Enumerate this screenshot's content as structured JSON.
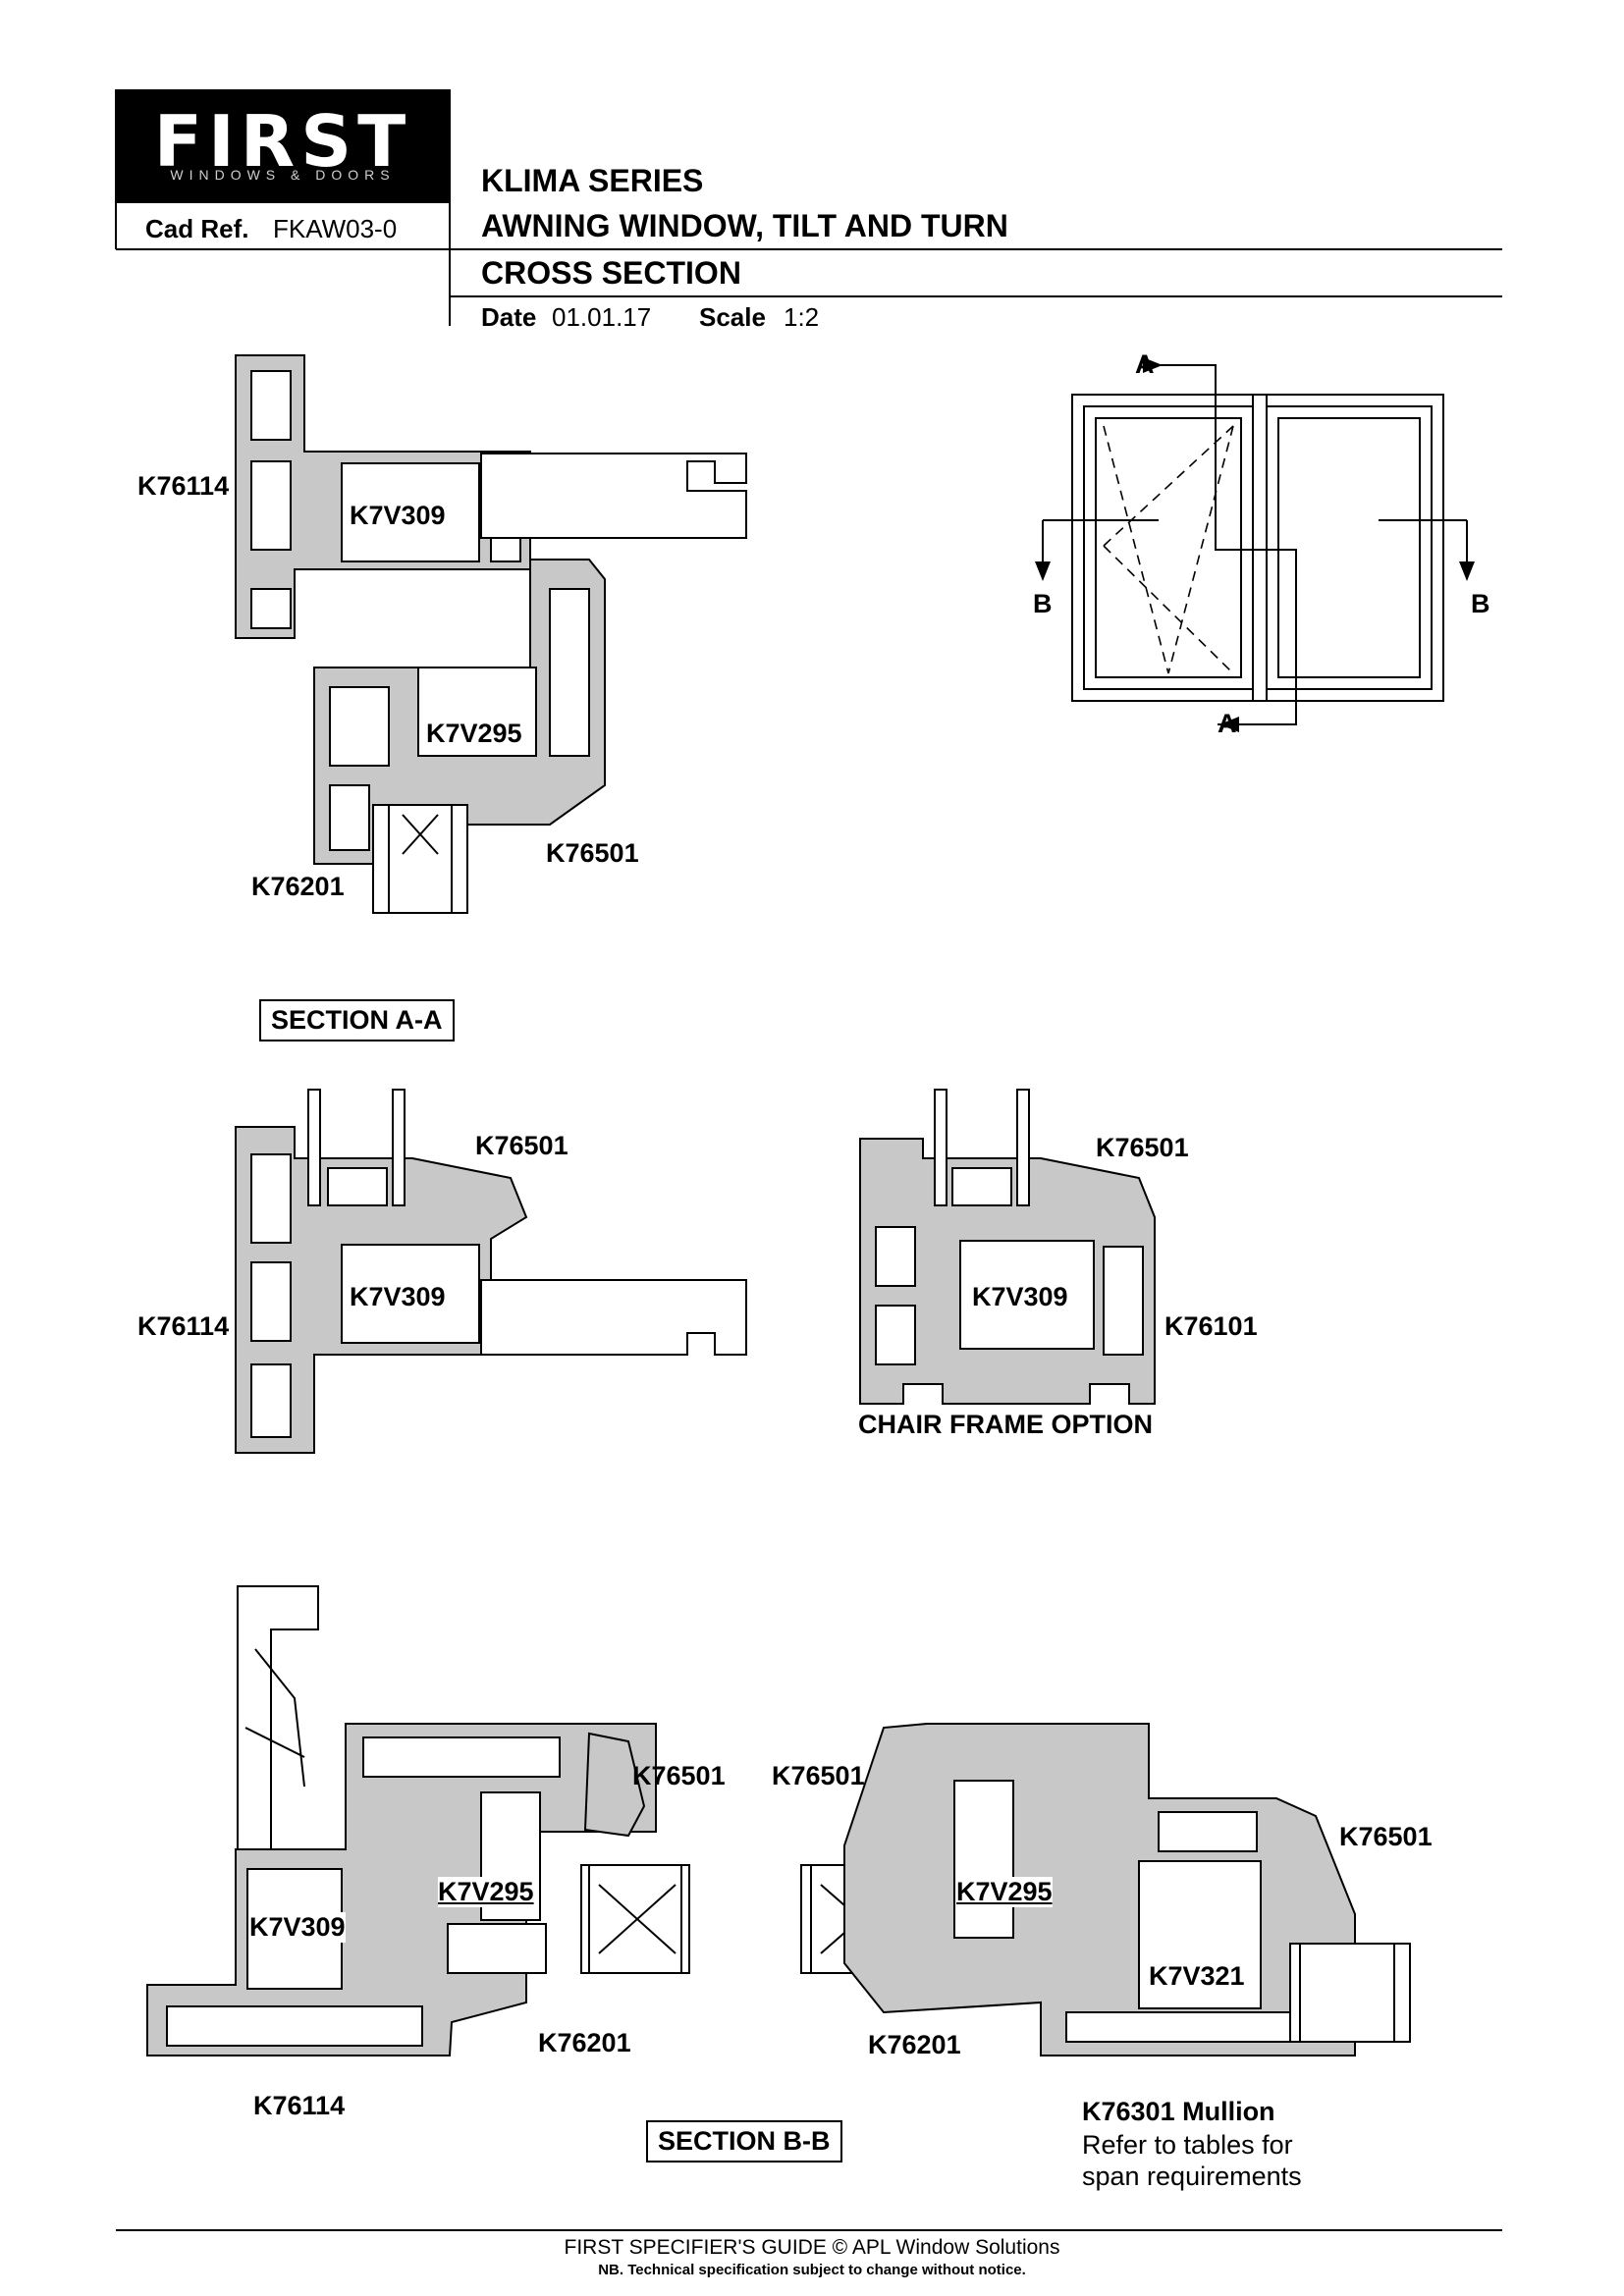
{
  "header": {
    "logo_text": "FIRST",
    "logo_sub": "WINDOWS & DOORS",
    "cad_ref_label": "Cad Ref.",
    "cad_ref_value": "FKAW03-0",
    "series": "KLIMA SERIES",
    "product": "AWNING WINDOW, TILT AND TURN",
    "view": "CROSS SECTION",
    "date_label": "Date",
    "date_value": "01.01.17",
    "scale_label": "Scale",
    "scale_value": "1:2"
  },
  "key_plan": {
    "section_marks": [
      "A",
      "A",
      "B",
      "B"
    ]
  },
  "section_aa": {
    "title": "SECTION A-A",
    "top_labels": [
      "K76114",
      "K7V309",
      "K7V295",
      "K76501",
      "K76201"
    ],
    "mid_labels": [
      "K76501",
      "K7V309",
      "K76114"
    ],
    "chair_labels": [
      "K76501",
      "K7V309",
      "K76101"
    ],
    "chair_caption": "CHAIR FRAME OPTION"
  },
  "section_bb": {
    "title": "SECTION B-B",
    "left_labels": [
      "K76501",
      "K7V295",
      "K7V309",
      "K76201",
      "K76114"
    ],
    "right_labels": [
      "K76501",
      "K76501",
      "K7V295",
      "K7V321",
      "K76201"
    ],
    "mullion_title": "K76301 Mullion",
    "mullion_note_1": "Refer to tables for",
    "mullion_note_2": "span requirements"
  },
  "footer": {
    "line1": "FIRST SPECIFIER'S GUIDE  © APL Window Solutions",
    "line2": "NB. Technical specification subject to change without notice."
  },
  "colors": {
    "profile_fill": "#c8c8c8",
    "line": "#000000"
  }
}
